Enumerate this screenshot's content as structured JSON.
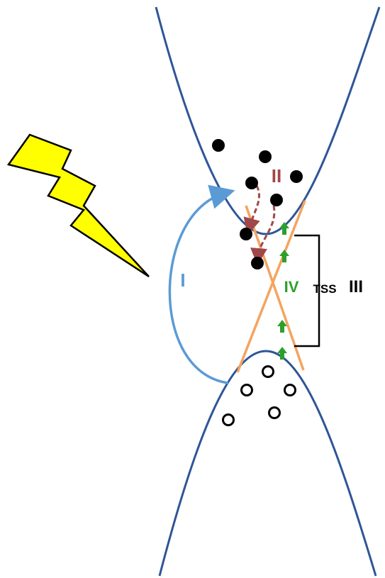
{
  "labels": {
    "process_i": "I",
    "process_ii": "II",
    "process_iii": "III",
    "process_iv": "IV",
    "tss": "TSS"
  },
  "colors": {
    "band": "#2F5597",
    "dirac_cone": "#F4A460",
    "excitation_arrow": "#5B9BD5",
    "scattering_arrow": "#A0474A",
    "spin_arrow": "#2CA02C",
    "lightning_fill": "#FFFF00",
    "lightning_stroke": "#000000",
    "electron": "#000000",
    "hole": "#FFFFFF",
    "bracket": "#000000"
  },
  "icons": {
    "light_pulse": "lightning-bolt-icon",
    "electron": "filled-circle",
    "hole": "open-circle"
  }
}
